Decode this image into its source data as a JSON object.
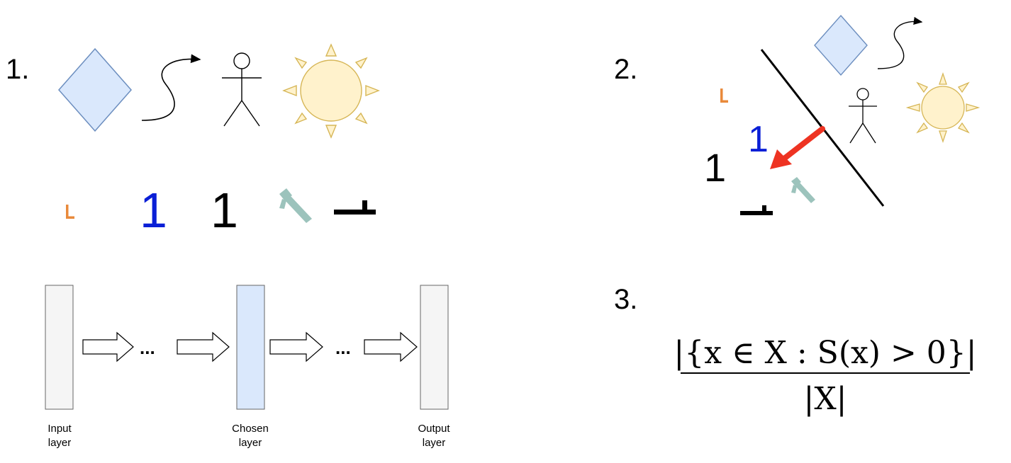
{
  "steps": {
    "one": "1.",
    "two": "2.",
    "three": "3."
  },
  "digits": {
    "one": "1"
  },
  "network": {
    "input_label": [
      "Input",
      "layer"
    ],
    "chosen_label": [
      "Chosen",
      "layer"
    ],
    "output_label": [
      "Output",
      "layer"
    ],
    "ellipsis": "...",
    "layer_fill": "#f5f5f5",
    "chosen_fill": "#dae8fc"
  },
  "formula": {
    "numerator": "|{x ∈ X : S(x) > 0}|",
    "denominator": "|X|"
  },
  "colors": {
    "diamond_fill": "#dae8fc",
    "diamond_stroke": "#6c8ebf",
    "sun_fill": "#fff2cc",
    "sun_stroke": "#d6b656",
    "orange": "#e98a3b",
    "blue": "#0a1fd6",
    "teal": "#9cc3bc",
    "arrow_red": "#ee3322"
  }
}
